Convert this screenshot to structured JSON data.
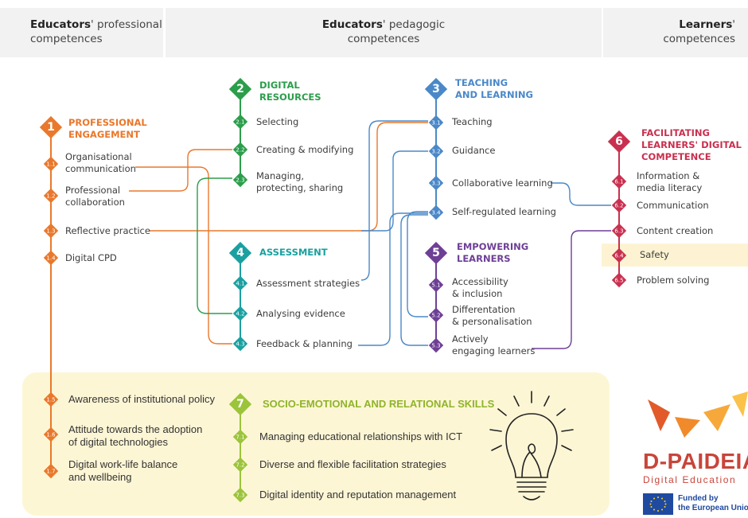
{
  "headers": {
    "educators_professional": {
      "bold": "Educators",
      "rest": "' professional",
      "line2": "competences"
    },
    "educators_pedagogic": {
      "bold": "Educators",
      "rest": "' pedagogic",
      "line2": "competences"
    },
    "learners": {
      "bold": "Learners",
      "rest": "'",
      "line2": "competences"
    }
  },
  "area1": {
    "number": "1",
    "title_line1": "PROFESSIONAL",
    "title_line2": "ENGAGEMENT",
    "color": "#e9782c",
    "items": [
      {
        "code": "1.1",
        "line1": "Organisational",
        "line2": "communication"
      },
      {
        "code": "1.2",
        "line1": "Professional",
        "line2": "collaboration"
      },
      {
        "code": "1.3",
        "line1": "Reflective practice",
        "line2": ""
      },
      {
        "code": "1.4",
        "line1": "Digital CPD",
        "line2": ""
      }
    ]
  },
  "area2": {
    "number": "2",
    "title_line1": "DIGITAL",
    "title_line2": "RESOURCES",
    "color": "#2b9e4b",
    "items": [
      {
        "code": "2.1",
        "line1": "Selecting",
        "line2": ""
      },
      {
        "code": "2.2",
        "line1": "Creating & modifying",
        "line2": ""
      },
      {
        "code": "2.3",
        "line1": "Managing,",
        "line2": "protecting, sharing"
      }
    ]
  },
  "area3": {
    "number": "3",
    "title_line1": "TEACHING",
    "title_line2": "AND LEARNING",
    "color": "#4a88c8",
    "items": [
      {
        "code": "3.1",
        "line1": "Teaching",
        "line2": ""
      },
      {
        "code": "3.2",
        "line1": "Guidance",
        "line2": ""
      },
      {
        "code": "3.3",
        "line1": "Collaborative learning",
        "line2": ""
      },
      {
        "code": "3.4",
        "line1": "Self-regulated learning",
        "line2": ""
      }
    ]
  },
  "area4": {
    "number": "4",
    "title_line1": "ASSESSMENT",
    "color": "#1aa0a0",
    "items": [
      {
        "code": "4.1",
        "line1": "Assessment strategies",
        "line2": ""
      },
      {
        "code": "4.2",
        "line1": "Analysing evidence",
        "line2": ""
      },
      {
        "code": "4.3",
        "line1": "Feedback & planning",
        "line2": ""
      }
    ]
  },
  "area5": {
    "number": "5",
    "title_line1": "EMPOWERING",
    "title_line2": "LEARNERS",
    "color": "#6e3f96",
    "items": [
      {
        "code": "5.1",
        "line1": "Accessibility",
        "line2": "& inclusion"
      },
      {
        "code": "5.2",
        "line1": "Differentation",
        "line2": "& personalisation"
      },
      {
        "code": "5.3",
        "line1": "Actively",
        "line2": "engaging learners"
      }
    ]
  },
  "area6": {
    "number": "6",
    "title_line1": "FACILITATING",
    "title_line2": "LEARNERS' DIGITAL",
    "title_line3": "COMPETENCE",
    "color": "#c9304f",
    "items": [
      {
        "code": "6.1",
        "line1": "Information &",
        "line2": "media literacy"
      },
      {
        "code": "6.2",
        "line1": "Communication",
        "line2": ""
      },
      {
        "code": "6.3",
        "line1": "Content creation",
        "line2": ""
      },
      {
        "code": "6.4",
        "line1": "Safety",
        "line2": ""
      },
      {
        "code": "6.5",
        "line1": "Problem solving",
        "line2": ""
      }
    ]
  },
  "panel7": {
    "ext_items": [
      {
        "code": "1.5",
        "line1": "Awareness of institutional policy",
        "line2": ""
      },
      {
        "code": "1.6",
        "line1": "Attitude towards the adoption",
        "line2": "of digital technologies"
      },
      {
        "code": "1.7",
        "line1": "Digital work-life balance",
        "line2": "and wellbeing"
      }
    ],
    "number": "7",
    "title": "SOCIO-EMOTIONAL AND RELATIONAL SKILLS",
    "color": "#9bc43a",
    "items": [
      {
        "code": "7.1",
        "line1": "Managing educational relationships with ICT"
      },
      {
        "code": "7.2",
        "line1": "Diverse and flexible facilitation strategies"
      },
      {
        "code": "7.3",
        "line1": "Digital identity and reputation management"
      }
    ]
  },
  "logo": {
    "brand": "D-PAIDEIA",
    "tagline": "Digital Education",
    "funded_line1": "Funded by",
    "funded_line2": "the European Union",
    "brand_color": "#c8453a"
  }
}
